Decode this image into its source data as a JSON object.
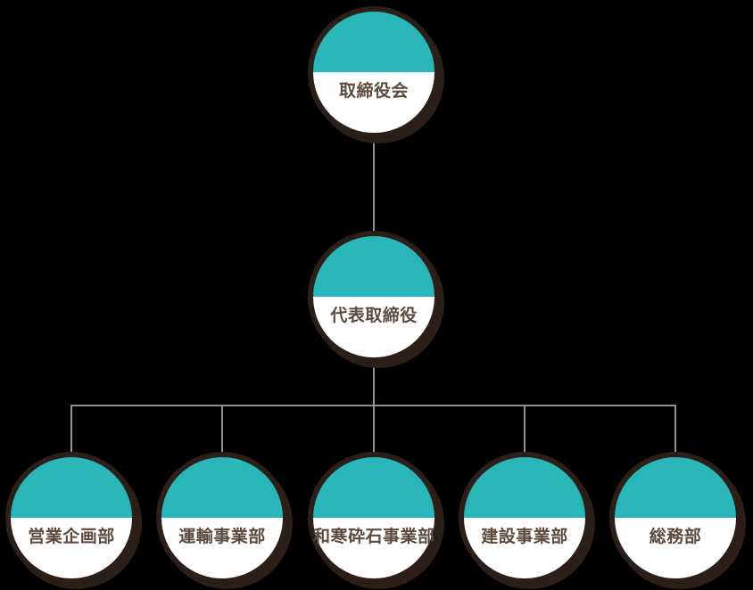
{
  "org_chart": {
    "type": "organization-diagram",
    "colors": {
      "background": "#000000",
      "node_top_half": "#2bb7ba",
      "node_bottom_half": "#ffffff",
      "node_ring": "#2c1f17",
      "label_text": "#5d4a3c",
      "connector_line": "#929292"
    },
    "levels": [
      {
        "rank": 1,
        "nodes": [
          "取締役会"
        ]
      },
      {
        "rank": 2,
        "nodes": [
          "代表取締役"
        ]
      },
      {
        "rank": 3,
        "nodes": [
          "営業企画部",
          "運輸事業部",
          "和寒砕石事業部",
          "建設事業部",
          "総務部"
        ]
      }
    ],
    "nodes": [
      {
        "id": "board",
        "label": "取締役会"
      },
      {
        "id": "representative-director",
        "label": "代表取締役"
      },
      {
        "id": "sales-planning",
        "label": "営業企画部"
      },
      {
        "id": "transport-business",
        "label": "運輸事業部"
      },
      {
        "id": "wassamu-crushed-stone",
        "label": "和寒砕石事業部"
      },
      {
        "id": "construction-business",
        "label": "建設事業部"
      },
      {
        "id": "general-affairs",
        "label": "総務部"
      }
    ]
  }
}
